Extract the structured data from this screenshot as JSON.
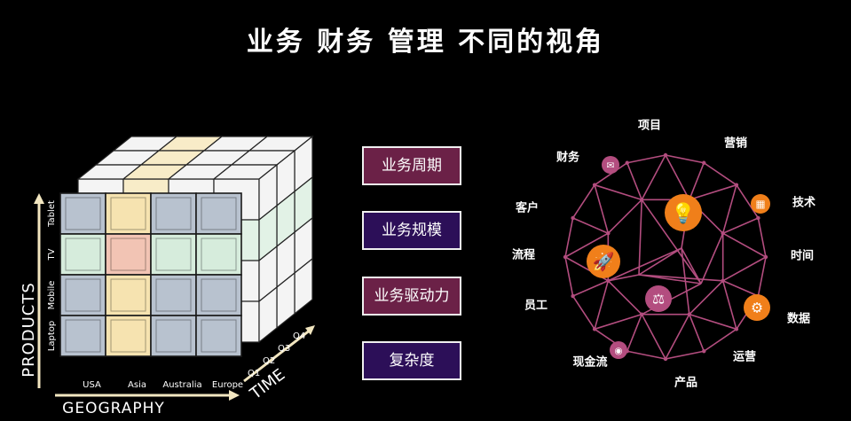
{
  "title": "业务 财务 管理 不同的视角",
  "cube": {
    "geography_label": "GEOGRAPHY",
    "products_label": "PRODUCTS",
    "time_label": "TIME",
    "geography_ticks": [
      "USA",
      "Asia",
      "Australia",
      "Europe"
    ],
    "product_ticks": [
      "Laptop",
      "Mobile",
      "TV",
      "Tablet"
    ],
    "time_ticks": [
      "Q1",
      "Q2",
      "Q3",
      "Q4"
    ],
    "colors": {
      "cell": "#b8c2cf",
      "highlight_column": "#f6e3b0",
      "highlight_row": "#d6ecdc",
      "intersection": "#f2c4b4"
    }
  },
  "buttons": [
    {
      "label": "业务周期",
      "color": "#6b2147"
    },
    {
      "label": "业务规模",
      "color": "#2c0f58"
    },
    {
      "label": "业务驱动力",
      "color": "#6b2147"
    },
    {
      "label": "复杂度",
      "color": "#2c0f58"
    }
  ],
  "network": {
    "line_color": "#b34d7f",
    "node_color_primary": "#f07f1a",
    "node_color_secondary": "#b34d7f",
    "labels": [
      "项目",
      "营销",
      "技术",
      "时间",
      "数据",
      "运营",
      "产品",
      "现金流",
      "员工",
      "流程",
      "客户",
      "财务"
    ],
    "icons": [
      "lightbulb-icon",
      "rocket-icon",
      "scales-icon",
      "gear-icon",
      "calendar-icon",
      "chat-icon",
      "location-icon"
    ]
  }
}
